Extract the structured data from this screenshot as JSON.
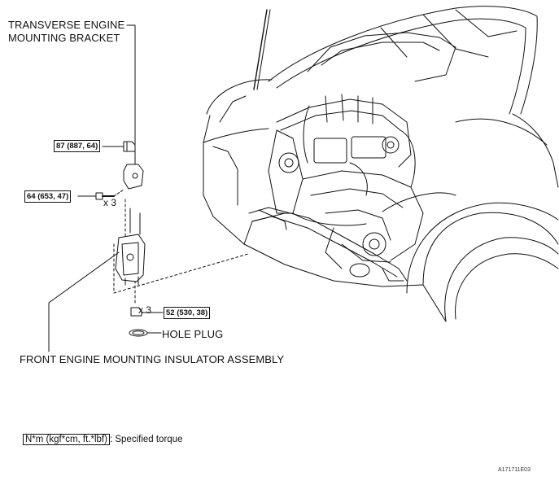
{
  "labels": {
    "bracket_line1": "TRANSVERSE ENGINE",
    "bracket_line2": "MOUNTING BRACKET",
    "insulator": "FRONT ENGINE MOUNTING INSULATOR ASSEMBLY",
    "hole_plug": "HOLE PLUG"
  },
  "torque": {
    "nut_top": "87 (887, 64)",
    "bolt_side": "64 (653, 47)",
    "nut_bottom": "52 (530, 38)"
  },
  "quantities": {
    "bolt_side": "x 3",
    "nut_bottom": "x 3"
  },
  "legend": {
    "box": "N*m (kgf*cm, ft.*lbf)",
    "text": ": Specified torque"
  },
  "figure_id": "A171711E03",
  "colors": {
    "ink": "#111111",
    "background": "#ffffff"
  }
}
